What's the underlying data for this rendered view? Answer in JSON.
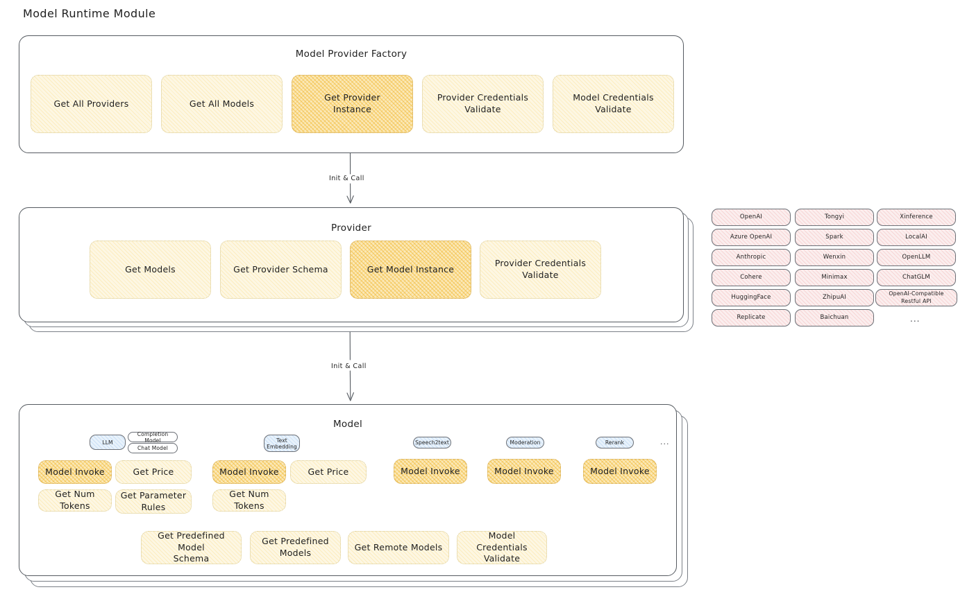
{
  "title": "Model Runtime Module",
  "colors": {
    "node_pale": "#fdf7e3",
    "node_strong": "#fbe9b9",
    "provider_chip": "#fbeeee",
    "model_badge": "#e8f2fb",
    "stroke": "#555a60",
    "text": "#1e1e1e",
    "canvas": "#ffffff"
  },
  "factory": {
    "title": "Model Provider Factory",
    "nodes": [
      {
        "label": "Get All Providers",
        "highlighted": false
      },
      {
        "label": "Get All Models",
        "highlighted": false
      },
      {
        "label": "Get Provider\nInstance",
        "highlighted": true
      },
      {
        "label": "Provider Credentials\nValidate",
        "highlighted": false
      },
      {
        "label": "Model Credentials\nValidate",
        "highlighted": false
      }
    ]
  },
  "arrow_factory_to_provider": {
    "label": "Init & Call"
  },
  "provider": {
    "title": "Provider",
    "stacked_layers": 2,
    "nodes": [
      {
        "label": "Get Models",
        "highlighted": false
      },
      {
        "label": "Get Provider Schema",
        "highlighted": false
      },
      {
        "label": "Get Model Instance",
        "highlighted": true
      },
      {
        "label": "Provider Credentials\nValidate",
        "highlighted": false
      }
    ]
  },
  "provider_list": {
    "columns": [
      [
        "OpenAI",
        "Azure OpenAI",
        "Anthropic",
        "Cohere",
        "HuggingFace",
        "Replicate"
      ],
      [
        "Tongyi",
        "Spark",
        "Wenxin",
        "Minimax",
        "ZhipuAI",
        "Baichuan"
      ],
      [
        "Xinference",
        "LocalAI",
        "OpenLLM",
        "ChatGLM",
        "OpenAI-Compatible Restful API"
      ]
    ],
    "more": "..."
  },
  "arrow_provider_to_model": {
    "label": "Init & Call"
  },
  "model": {
    "title": "Model",
    "stacked_layers": 2,
    "more": "...",
    "types": [
      {
        "badges": [
          {
            "label": "LLM",
            "style": "blue"
          },
          {
            "label": "Completion Model",
            "style": "white"
          },
          {
            "label": "Chat Model",
            "style": "white"
          }
        ],
        "nodes": [
          {
            "label": "Model Invoke",
            "highlighted": true
          },
          {
            "label": "Get Price",
            "highlighted": false
          },
          {
            "label": "Get Num Tokens",
            "highlighted": false
          },
          {
            "label": "Get Parameter\nRules",
            "highlighted": false
          }
        ]
      },
      {
        "badges": [
          {
            "label": "Text\nEmbedding",
            "style": "blue"
          }
        ],
        "nodes": [
          {
            "label": "Model Invoke",
            "highlighted": true
          },
          {
            "label": "Get Price",
            "highlighted": false
          },
          {
            "label": "Get Num Tokens",
            "highlighted": false
          }
        ]
      },
      {
        "badges": [
          {
            "label": "Speech2text",
            "style": "blue"
          }
        ],
        "nodes": [
          {
            "label": "Model Invoke",
            "highlighted": true
          }
        ]
      },
      {
        "badges": [
          {
            "label": "Moderation",
            "style": "blue"
          }
        ],
        "nodes": [
          {
            "label": "Model Invoke",
            "highlighted": true
          }
        ]
      },
      {
        "badges": [
          {
            "label": "Rerank",
            "style": "blue"
          }
        ],
        "nodes": [
          {
            "label": "Model Invoke",
            "highlighted": true
          }
        ]
      }
    ],
    "common_nodes": [
      {
        "label": "Get Predefined Model\nSchema"
      },
      {
        "label": "Get Predefined\nModels"
      },
      {
        "label": "Get Remote Models"
      },
      {
        "label": "Model Credentials\nValidate"
      }
    ]
  }
}
